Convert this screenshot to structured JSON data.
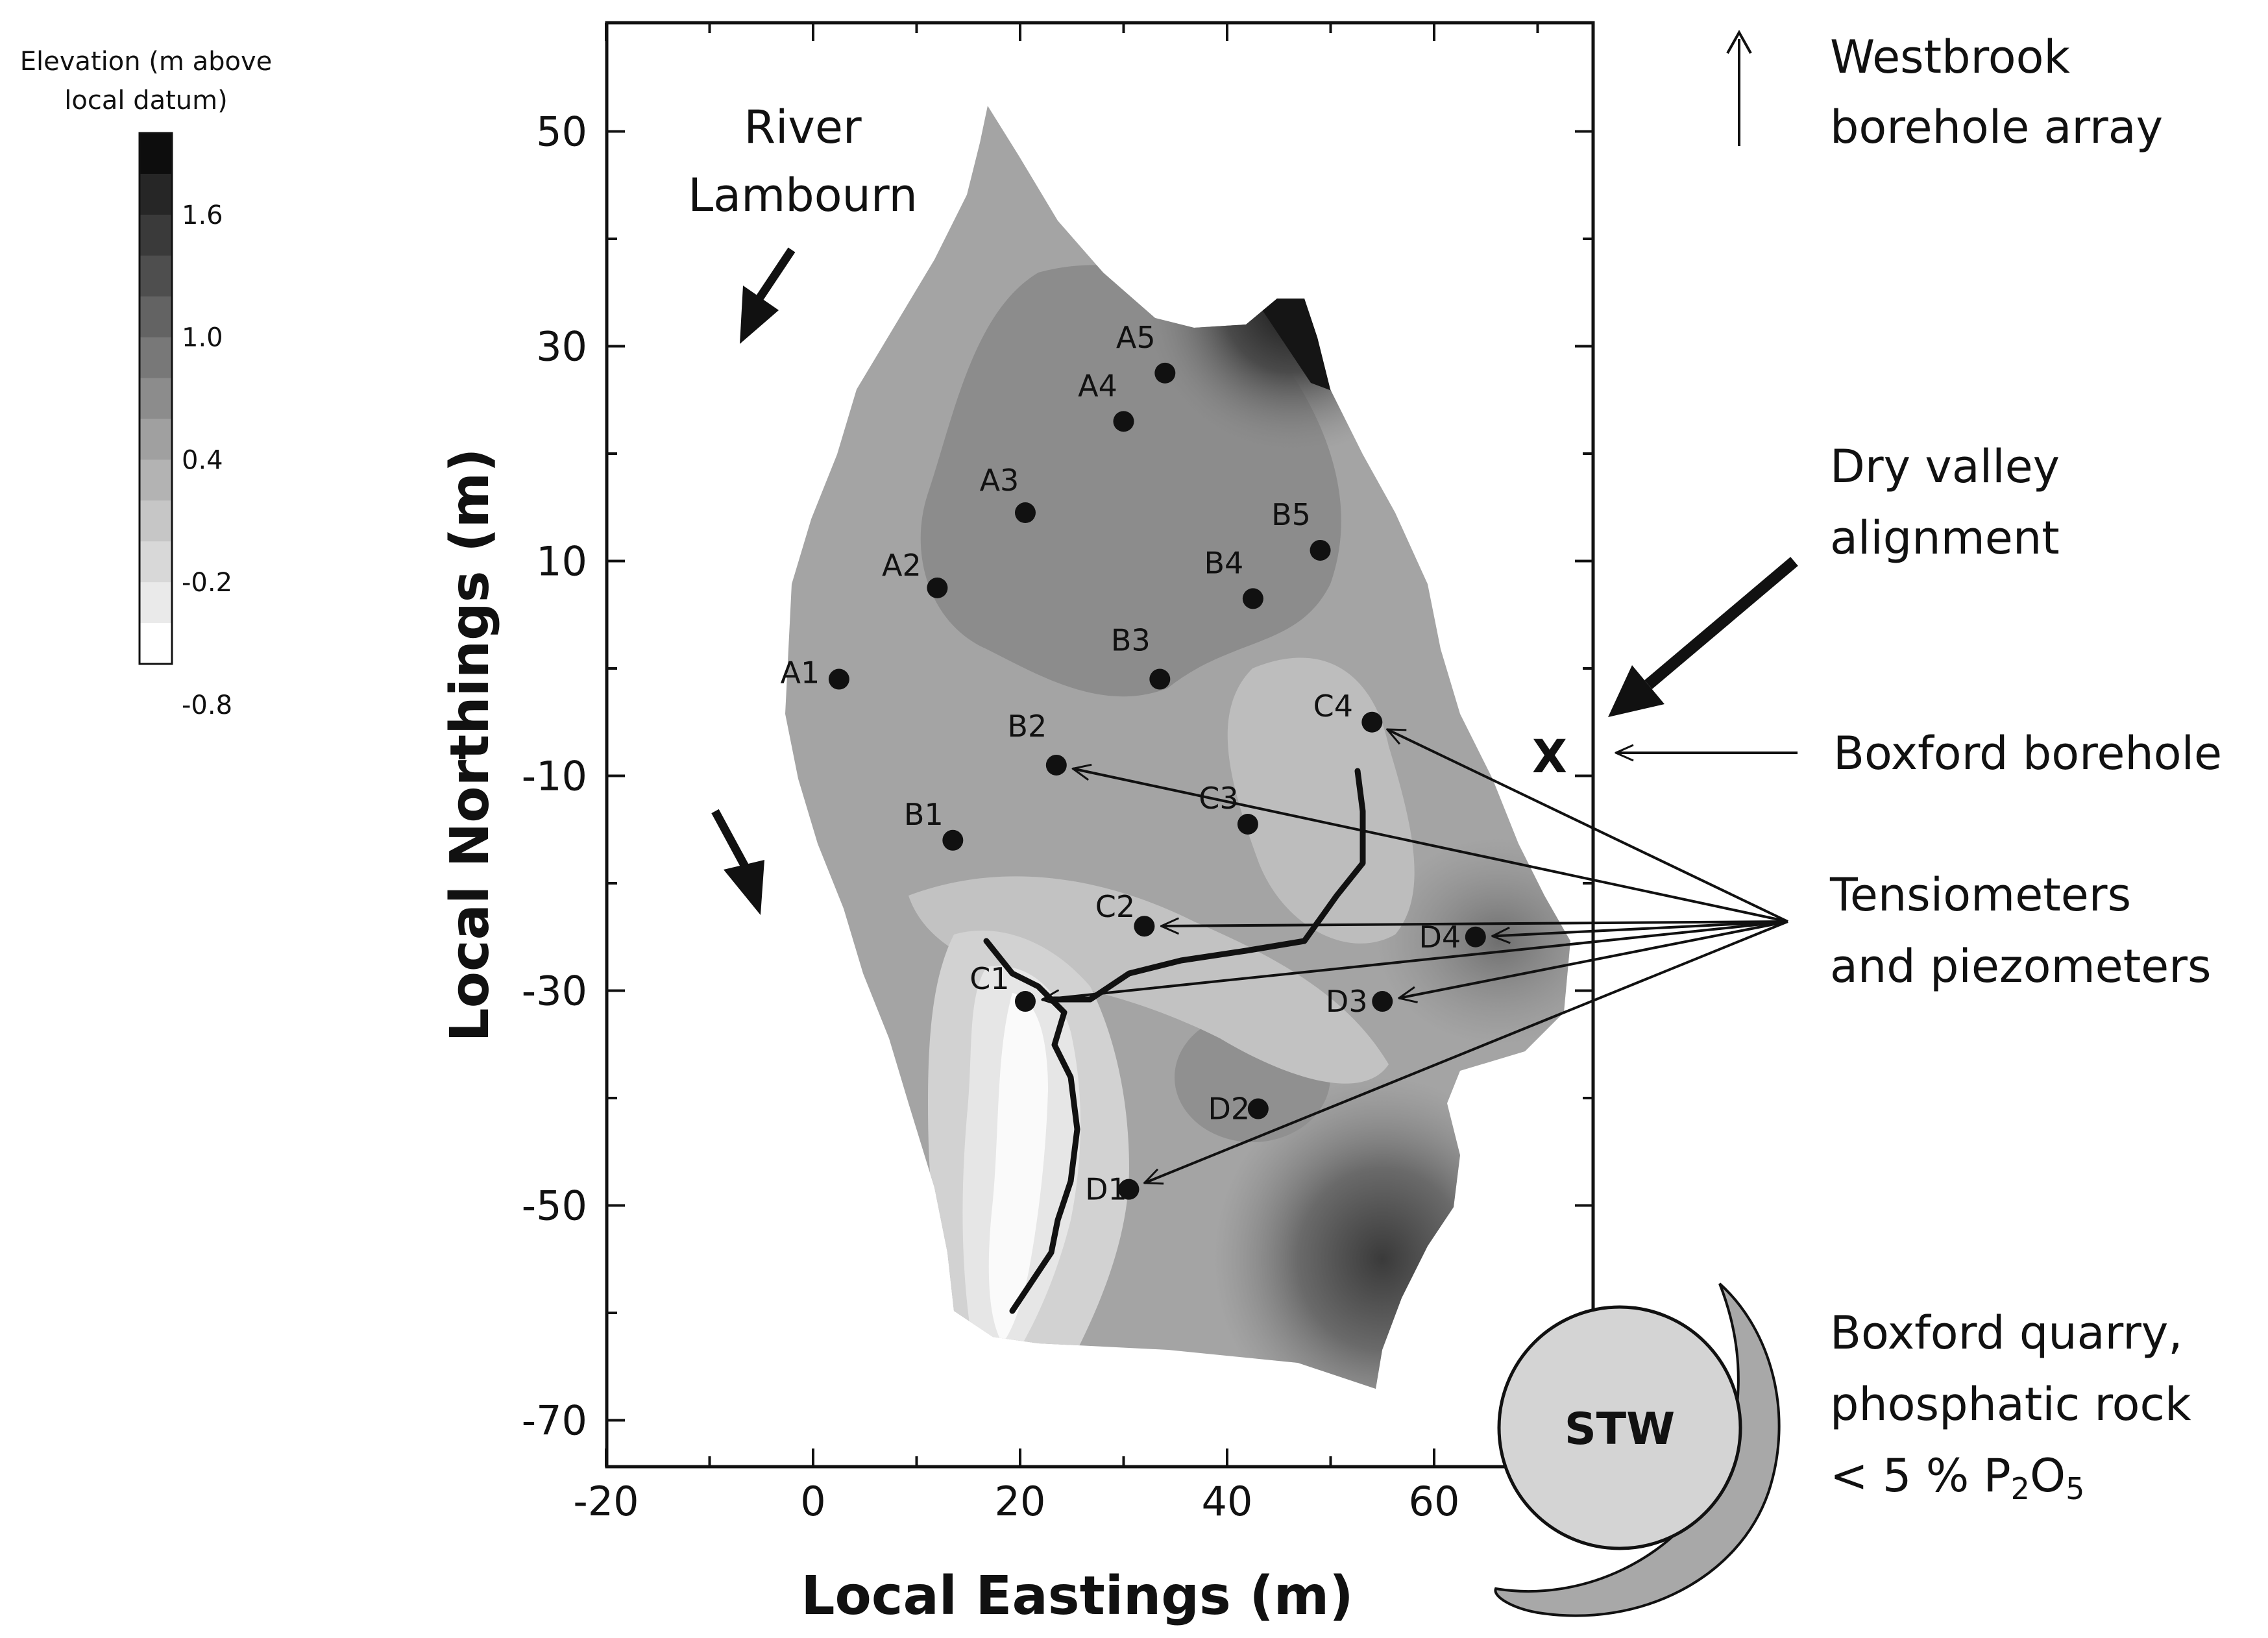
{
  "legend": {
    "title_line1": "Elevation (m above",
    "title_line2": "local datum)",
    "levels": [
      "1.6",
      "1.0",
      "0.4",
      "-0.2",
      "-0.8"
    ],
    "shades": [
      "#0d0d0d",
      "#262626",
      "#3a3a3a",
      "#4e4e4e",
      "#636363",
      "#787878",
      "#8c8c8c",
      "#a0a0a0",
      "#b3b3b3",
      "#c6c6c6",
      "#d8d8d8",
      "#eaeaea",
      "#ffffff"
    ]
  },
  "axes": {
    "xlabel": "Local Eastings (m)",
    "ylabel": "Local Northings (m)",
    "xlim": [
      -20,
      75
    ],
    "ylim": [
      -75,
      60
    ],
    "xticks": [
      "-20",
      "0",
      "20",
      "40",
      "60"
    ],
    "yticks": [
      "50",
      "30",
      "10",
      "-10",
      "-30",
      "-50",
      "-70"
    ]
  },
  "boreholes": [
    {
      "id": "A1",
      "e": 2.5,
      "n": -1
    },
    {
      "id": "A2",
      "e": 12,
      "n": 7.5
    },
    {
      "id": "A3",
      "e": 20.5,
      "n": 14.5
    },
    {
      "id": "A4",
      "e": 30,
      "n": 23
    },
    {
      "id": "A5",
      "e": 34,
      "n": 27.5
    },
    {
      "id": "B1",
      "e": 13.5,
      "n": -16
    },
    {
      "id": "B2",
      "e": 23.5,
      "n": -9
    },
    {
      "id": "B3",
      "e": 33.5,
      "n": -1
    },
    {
      "id": "B4",
      "e": 42.5,
      "n": 6.5
    },
    {
      "id": "B5",
      "e": 49,
      "n": 11
    },
    {
      "id": "C1",
      "e": 20.5,
      "n": -31
    },
    {
      "id": "C2",
      "e": 32,
      "n": -24
    },
    {
      "id": "C3",
      "e": 42,
      "n": -14.5
    },
    {
      "id": "C4",
      "e": 54,
      "n": -5
    },
    {
      "id": "D1",
      "e": 30.5,
      "n": -48.5
    },
    {
      "id": "D2",
      "e": 43,
      "n": -41
    },
    {
      "id": "D3",
      "e": 55,
      "n": -31
    },
    {
      "id": "D4",
      "e": 64,
      "n": -25
    }
  ],
  "annotations": {
    "river_line1": "River",
    "river_line2": "Lambourn",
    "westbrook_line1": "Westbrook",
    "westbrook_line2": "borehole array",
    "dry_valley_line1": "Dry valley",
    "dry_valley_line2": "alignment",
    "boxford_borehole": "Boxford borehole",
    "boxford_marker": "X",
    "tensio_line1": "Tensiometers",
    "tensio_line2": "and piezometers",
    "quarry_line1": "Boxford quarry,",
    "quarry_line2": "phosphatic rock",
    "quarry_line3_prefix": "< 5 % P",
    "quarry_sub1": "2",
    "quarry_mid": "O",
    "quarry_sub2": "5",
    "stw": "STW"
  }
}
